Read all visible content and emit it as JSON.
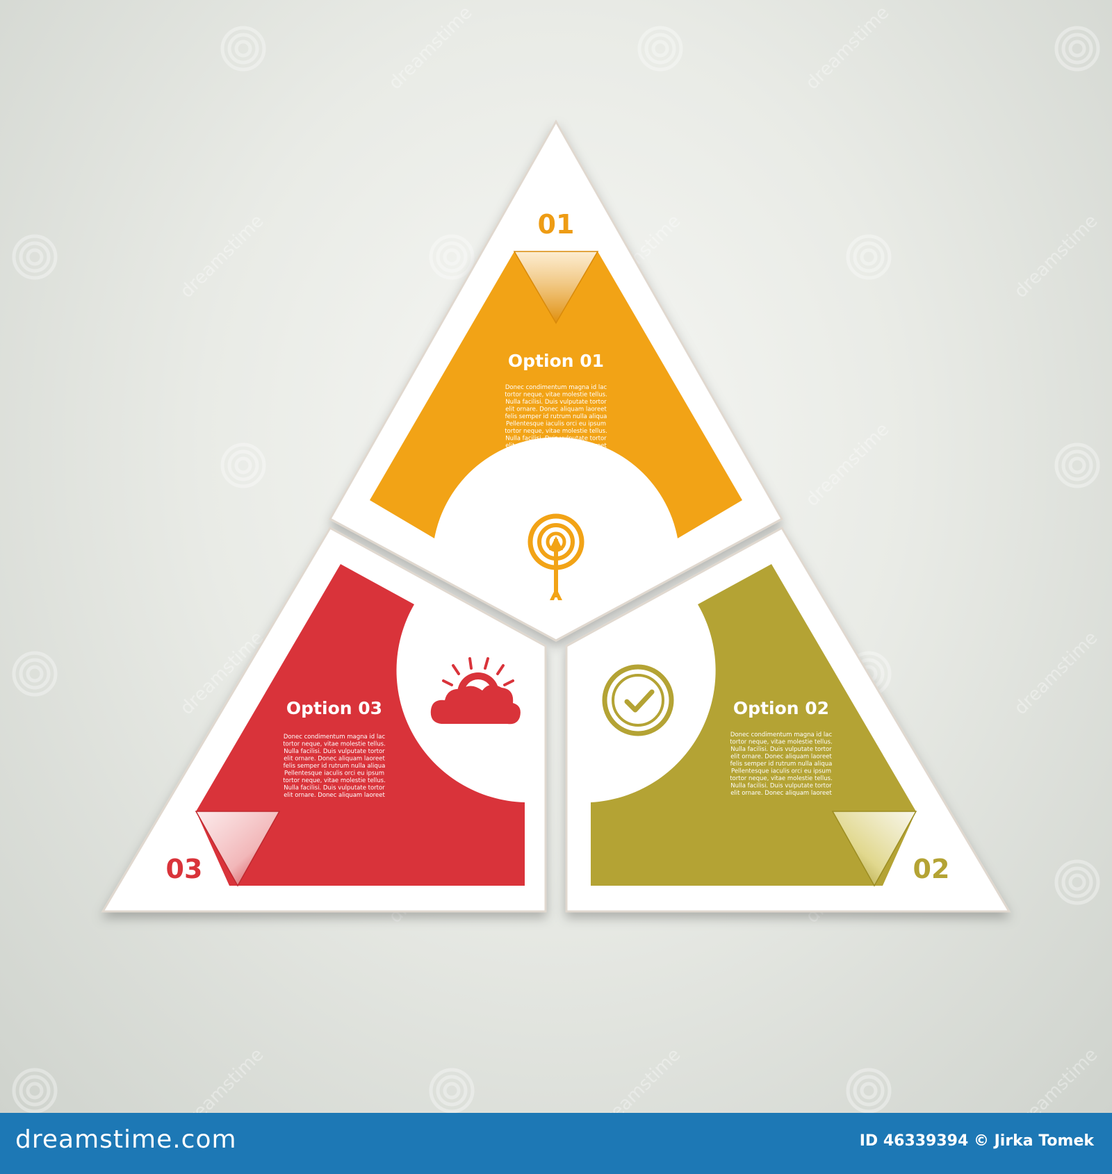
{
  "colors": {
    "segment_1": "#f2a316",
    "segment_2": "#b4a334",
    "segment_3": "#d9333a",
    "frame": "#ffffff",
    "footer": "#1d78b5"
  },
  "segments": [
    {
      "number": "01",
      "title": "Option 01",
      "icon": "target-arrow-icon",
      "body": [
        "Donec condimentum magna id lac",
        "tortor neque, vitae molestie tellus.",
        "Nulla facilisi. Duis vulputate tortor",
        "elit ornare. Donec aliquam laoreet",
        "felis semper id rutrum nulla aliqua",
        "Pellentesque iaculis orci eu ipsum",
        "tortor neque, vitae molestie tellus.",
        "Nulla facilisi. Duis vulputate tortor",
        "elit ornare. Donec aliquam laoreet"
      ]
    },
    {
      "number": "02",
      "title": "Option 02",
      "icon": "clock-check-icon",
      "body": [
        "Donec condimentum magna id lac",
        "tortor neque, vitae molestie tellus.",
        "Nulla facilisi. Duis vulputate tortor",
        "elit ornare. Donec aliquam laoreet",
        "felis semper id rutrum nulla aliqua",
        "Pellentesque iaculis orci eu ipsum",
        "tortor neque, vitae molestie tellus.",
        "Nulla facilisi. Duis vulputate tortor",
        "elit ornare. Donec aliquam laoreet"
      ]
    },
    {
      "number": "03",
      "title": "Option 03",
      "icon": "sun-cloud-icon",
      "body": [
        "Donec condimentum magna id lac",
        "tortor neque, vitae molestie tellus.",
        "Nulla facilisi. Duis vulputate tortor",
        "elit ornare. Donec aliquam laoreet",
        "felis semper id rutrum nulla aliqua",
        "Pellentesque iaculis orci eu ipsum",
        "tortor neque, vitae molestie tellus.",
        "Nulla facilisi. Duis vulputate tortor",
        "elit ornare. Donec aliquam laoreet"
      ]
    }
  ],
  "watermark": {
    "text": "dreamstime",
    "icon": "dreamstime-spiral-icon"
  },
  "footer": {
    "logo": "dreamstime.com",
    "credit": "ID 46339394 © Jirka Tomek"
  }
}
